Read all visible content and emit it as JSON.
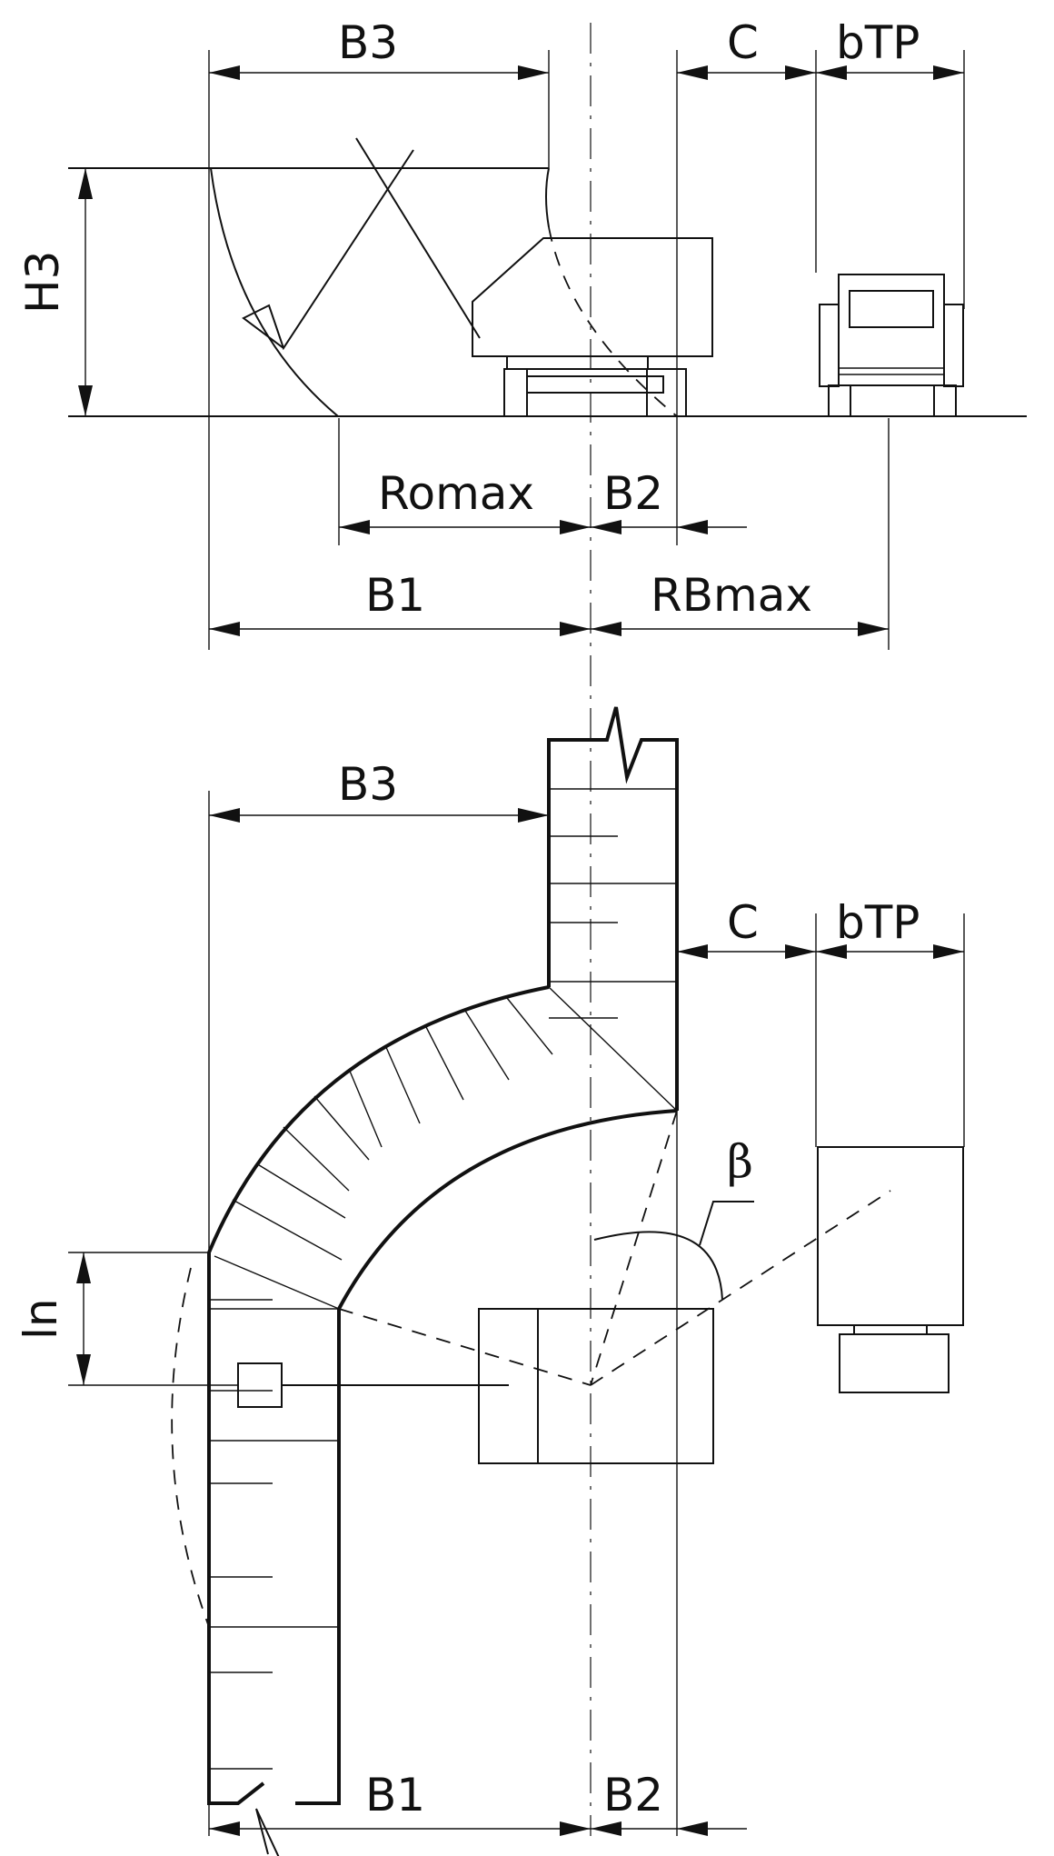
{
  "labels": {
    "b3_top": "B3",
    "c_top": "C",
    "btr_top": "bTP",
    "h3": "H3",
    "romax": "Romax",
    "b2_top": "B2",
    "b1_top": "B1",
    "rvmax": "RBmax",
    "b3_bottom": "B3",
    "c_bottom": "C",
    "btr_bottom": "bTP",
    "beta": "β",
    "ln": "ln",
    "b1_bottom": "B1",
    "b2_bottom": "B2"
  }
}
